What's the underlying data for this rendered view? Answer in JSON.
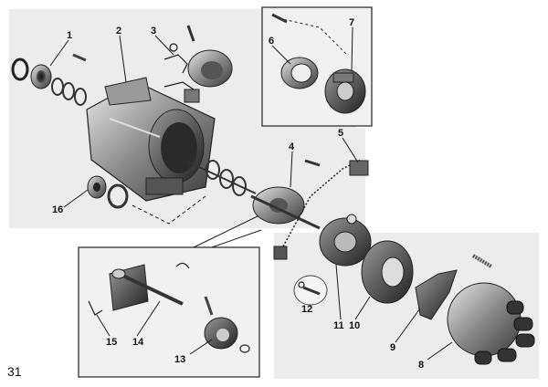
{
  "figure_number": "31",
  "labels": [
    {
      "id": "1",
      "text": "1"
    },
    {
      "id": "2",
      "text": "2"
    },
    {
      "id": "3",
      "text": "3"
    },
    {
      "id": "4",
      "text": "4"
    },
    {
      "id": "5",
      "text": "5"
    },
    {
      "id": "6",
      "text": "6"
    },
    {
      "id": "7",
      "text": "7"
    },
    {
      "id": "8",
      "text": "8"
    },
    {
      "id": "9",
      "text": "9"
    },
    {
      "id": "10",
      "text": "10"
    },
    {
      "id": "11",
      "text": "11"
    },
    {
      "id": "12",
      "text": "12"
    },
    {
      "id": "13",
      "text": "13"
    },
    {
      "id": "14",
      "text": "14"
    },
    {
      "id": "15",
      "text": "15"
    },
    {
      "id": "16",
      "text": "16"
    }
  ]
}
